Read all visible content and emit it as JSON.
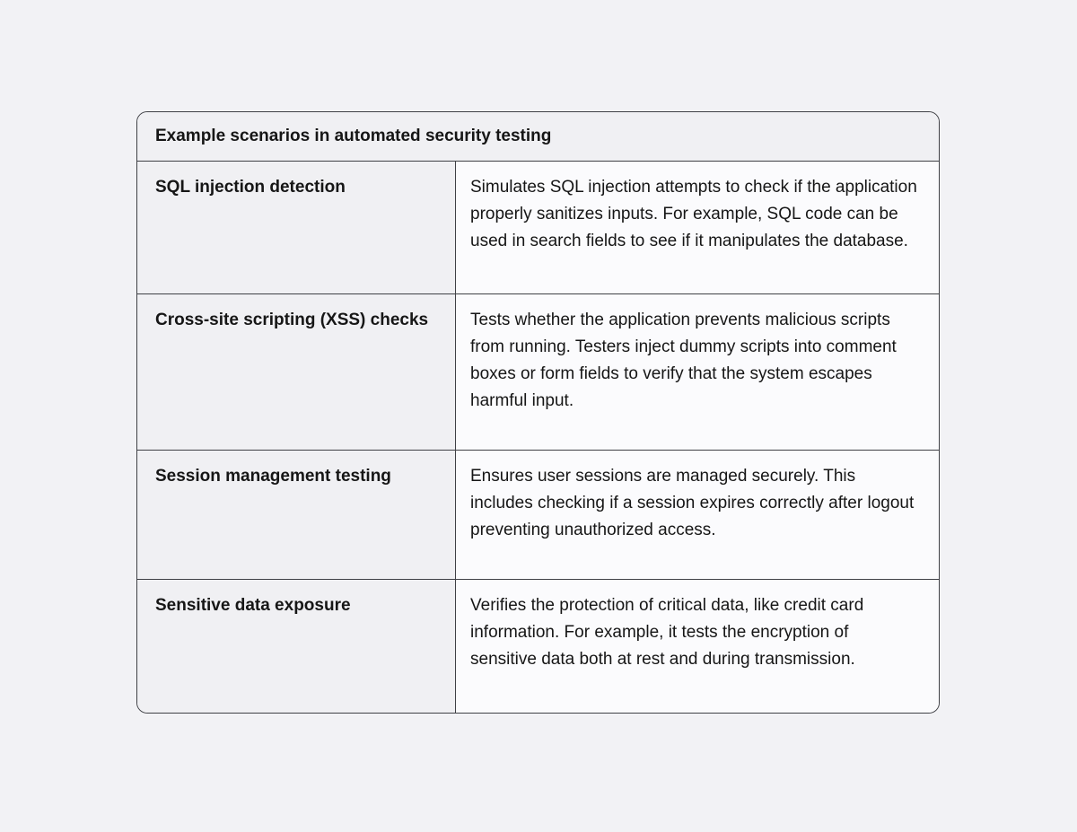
{
  "table": {
    "title": "Example scenarios in automated security testing",
    "rows": [
      {
        "term": "SQL injection detection",
        "description": "Simulates SQL injection attempts to check if the application properly sanitizes inputs. For example, SQL code can be used in search fields to see if it manipulates the database."
      },
      {
        "term": "Cross-site scripting (XSS) checks",
        "description": "Tests whether the application prevents malicious scripts from running. Testers inject dummy scripts into comment boxes or form fields to verify that the system escapes harmful input."
      },
      {
        "term": "Session management testing",
        "description": "Ensures user sessions are managed securely. This includes checking if a session expires correctly after logout preventing unauthorized access."
      },
      {
        "term": "Sensitive data exposure",
        "description": "Verifies the protection of critical data, like credit card information. For example, it tests the encryption of sensitive data both at rest and during transmission."
      }
    ],
    "colors": {
      "page_background": "#f2f2f5",
      "shaded_cell_background": "#f0f0f3",
      "description_cell_background": "#fbfbfd",
      "border": "#3f4045",
      "text": "#161616"
    }
  }
}
